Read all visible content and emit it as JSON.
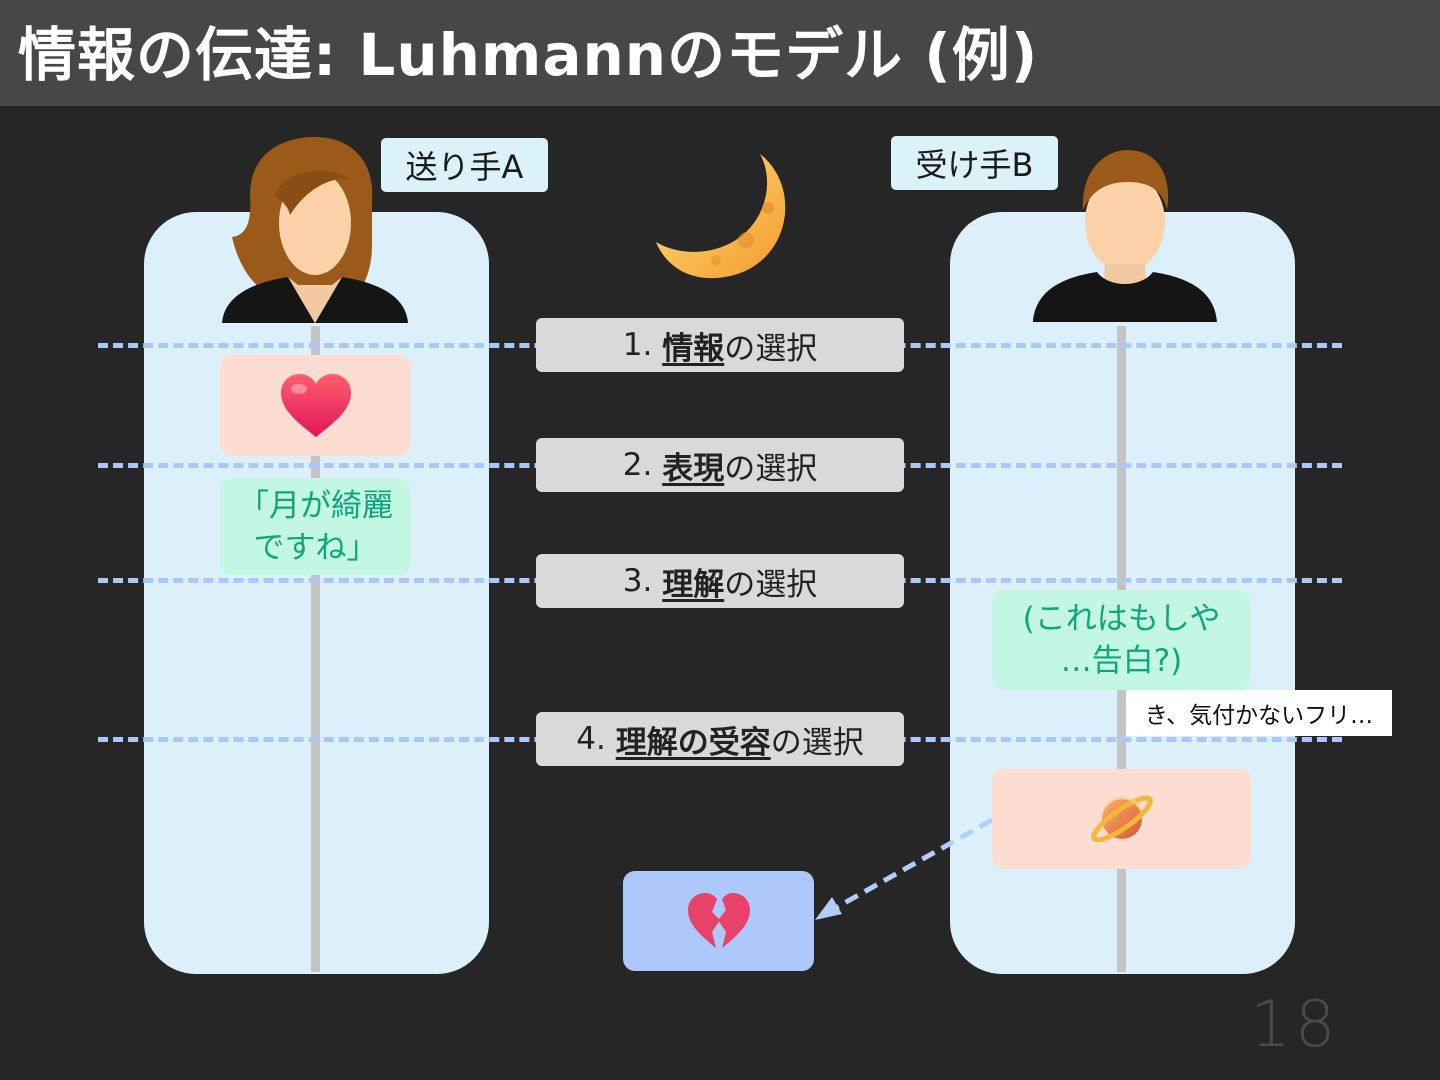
{
  "title": "情報の伝達: Luhmannのモデル (例)",
  "sender_label": "送り手A",
  "receiver_label": "受け手B",
  "steps": [
    {
      "num": "1.",
      "key": "情報",
      "rest": "の選択"
    },
    {
      "num": "2.",
      "key": "表現",
      "rest": "の選択"
    },
    {
      "num": "3.",
      "key": "理解",
      "rest": "の選択"
    },
    {
      "num": "4.",
      "key": "理解の受容",
      "rest": "の選択"
    }
  ],
  "utterance_line1": "「月が綺麗",
  "utterance_line2": "ですね」",
  "thought_line1": "(これはもしや",
  "thought_line2": "…告白?)",
  "aside_note": "き、気付かないフリ…",
  "page_number": "18",
  "icons": {
    "sender": "woman-avatar-icon",
    "receiver": "man-avatar-icon",
    "moon": "crescent-moon-icon",
    "information": "heart-icon",
    "acceptance": "saturn-icon",
    "result": "broken-heart-icon"
  }
}
